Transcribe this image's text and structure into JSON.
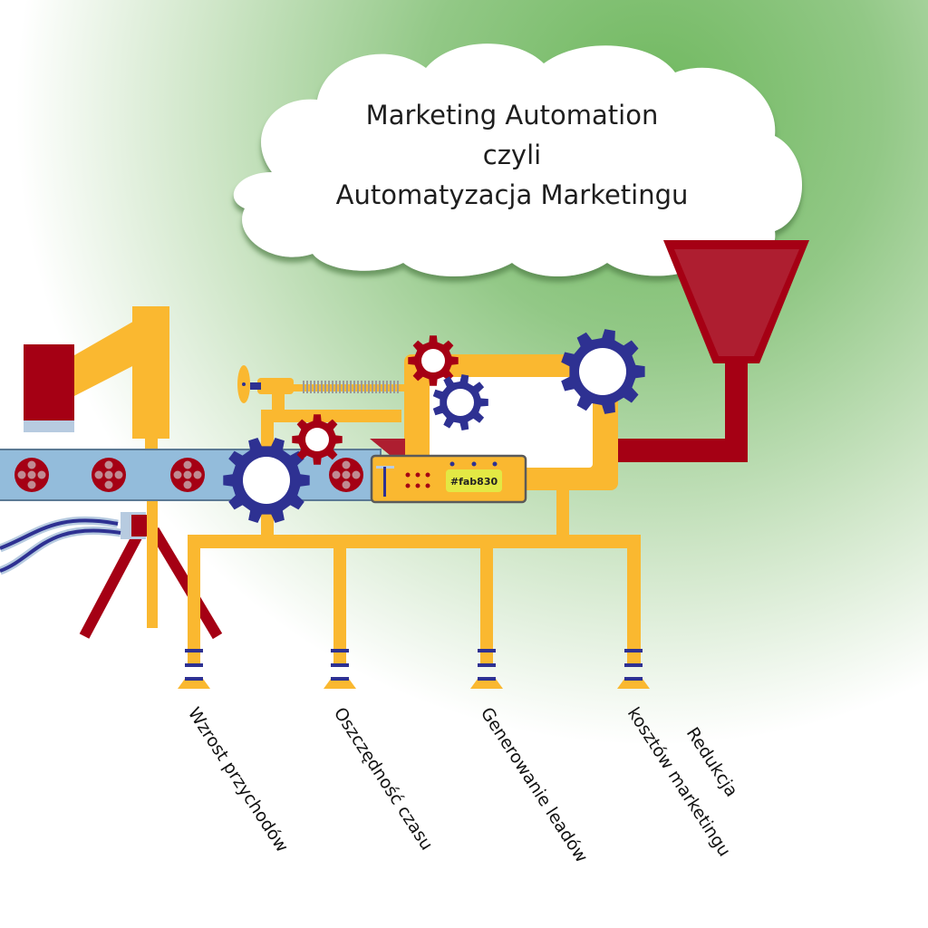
{
  "title": {
    "lines": [
      "Marketing Automation",
      "czyli",
      "Automatyzacja Marketingu"
    ]
  },
  "machine": {
    "control_panel_label": "#fab830",
    "parts": [
      "conveyor-belt",
      "hopper-funnel",
      "robot-arm",
      "tripod-stand",
      "screw-press",
      "monitor-frame",
      "control-panel",
      "gears",
      "support-legs"
    ]
  },
  "outputs": [
    {
      "label": "Wzrost przychodów"
    },
    {
      "label": "Oszczędność czasu"
    },
    {
      "label": "Generowanie leadów"
    },
    {
      "label_line1": "Redukcja",
      "label_line2": "kosztów marketingu"
    }
  ],
  "colors": {
    "background_green": "#7ebf6e",
    "machine_yellow": "#fab830",
    "machine_red": "#a50014",
    "funnel_red": "#ae1e30",
    "gear_blue": "#2e3192",
    "belt_blue": "#93bcdb",
    "panel_label_bg": "#e3e844"
  }
}
